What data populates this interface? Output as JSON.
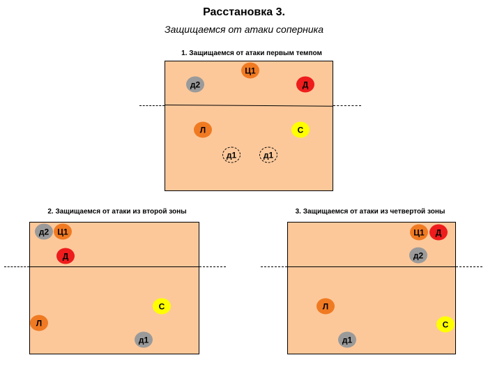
{
  "page": {
    "title": "Расстановка 3.",
    "subtitle": "Защищаемся от атаки соперника"
  },
  "courts": [
    {
      "title": "1. Защищаемся от атаки первым темпом",
      "players": [
        {
          "label": "д2"
        },
        {
          "label": "Ц1"
        },
        {
          "label": "Д"
        },
        {
          "label": "Л"
        },
        {
          "label": "С"
        },
        {
          "label": "д1"
        },
        {
          "label": "д1"
        }
      ]
    },
    {
      "title": "2. Защищаемся от атаки из второй зоны",
      "players": [
        {
          "label": "д2"
        },
        {
          "label": "Ц1"
        },
        {
          "label": "Д"
        },
        {
          "label": "С"
        },
        {
          "label": "Л"
        },
        {
          "label": "д1"
        }
      ]
    },
    {
      "title": "3. Защищаемся от атаки из четвертой зоны",
      "players": [
        {
          "label": "Ц1"
        },
        {
          "label": "Д"
        },
        {
          "label": "д2"
        },
        {
          "label": "Л"
        },
        {
          "label": "С"
        },
        {
          "label": "д1"
        }
      ]
    }
  ],
  "colors": {
    "court": "#fcc89a",
    "orange": "#f07a22",
    "red": "#ee1c1c",
    "gray": "#9a9a9a",
    "yellow": "#ffff00"
  }
}
